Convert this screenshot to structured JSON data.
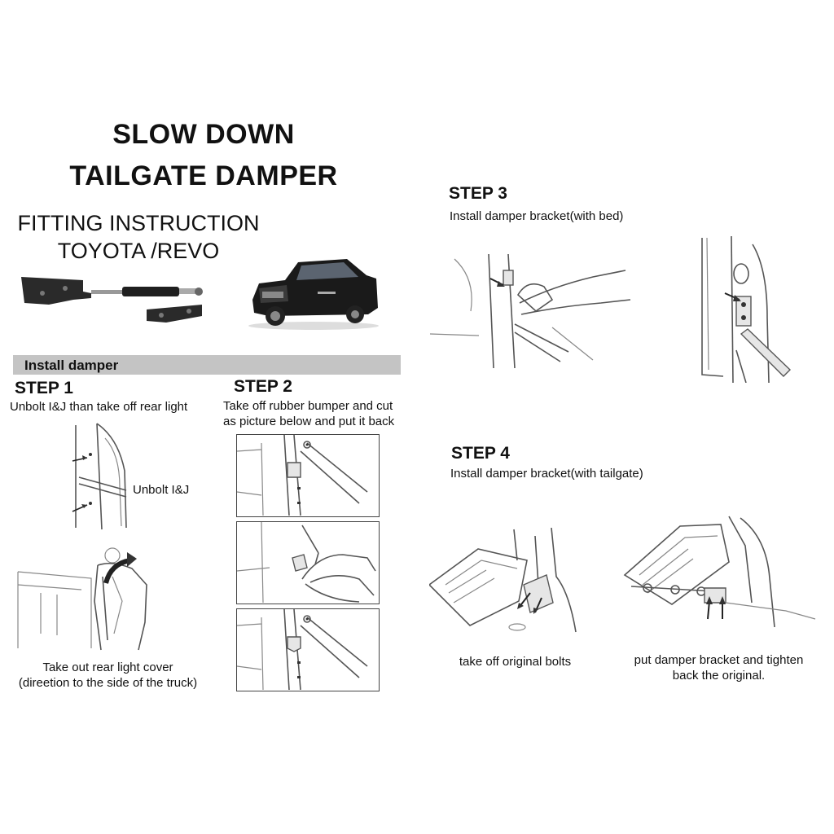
{
  "header": {
    "title_line1": "SLOW DOWN",
    "title_line2": "TAILGATE DAMPER",
    "subtitle_line1": "FITTING INSTRUCTION",
    "subtitle_line2": "TOYOTA /REVO"
  },
  "section_bar": {
    "label": "Install damper"
  },
  "step1": {
    "heading": "STEP 1",
    "desc": "Unbolt I&J than take off rear light",
    "callout": "Unbolt I&J",
    "caption_line1": "Take out rear light cover",
    "caption_line2": "(direetion to the side of the truck)"
  },
  "step2": {
    "heading": "STEP 2",
    "desc_line1": "Take off rubber bumper and cut",
    "desc_line2": "as picture below and put it back"
  },
  "step3": {
    "heading": "STEP 3",
    "desc": "Install damper bracket(with bed)"
  },
  "step4": {
    "heading": "STEP 4",
    "desc": "Install damper bracket(with tailgate)",
    "caption_left": "take off original bolts",
    "caption_right_line1": "put damper bracket and tighten",
    "caption_right_line2": "back the original."
  },
  "colors": {
    "section_bar": "#c4c4c4",
    "text": "#111111",
    "truck": "#1a1a1a"
  }
}
